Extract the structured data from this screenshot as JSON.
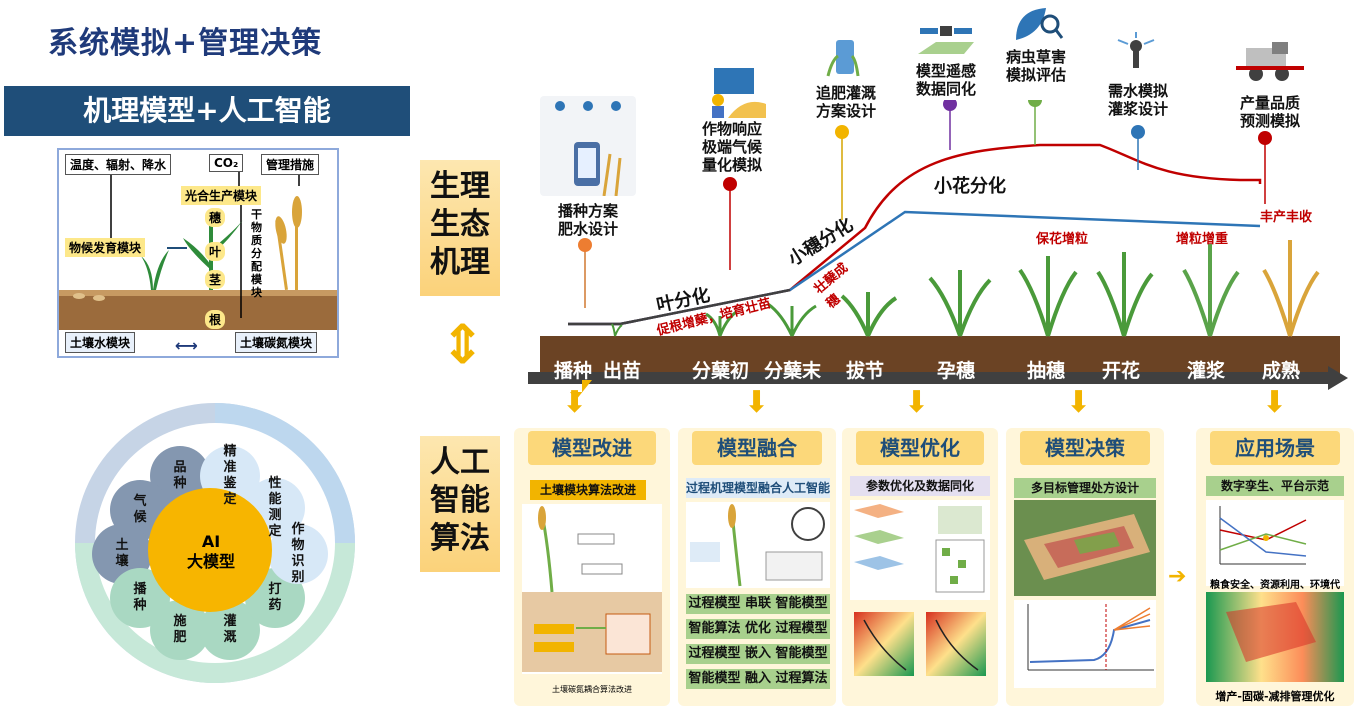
{
  "main_title": "系统模拟+管理决策",
  "subtitle": "机理模型+人工智能",
  "mechanism": {
    "env_inputs": "温度、辐射、降水",
    "co2": "CO₂",
    "management": "管理措施",
    "photo_module": "光合生产模块",
    "pheno_module": "物候发育模块",
    "dry_matter_module": "干物质分配模块",
    "organ_spike": "穗",
    "organ_leaf": "叶",
    "organ_stem": "茎",
    "organ_root": "根",
    "soil_water": "土壤水模块",
    "soil_cn": "土壤碳氮模块"
  },
  "side_labels": {
    "top": "生理生态机理",
    "bottom": "人工智能算法"
  },
  "stages": [
    "播种",
    "出苗",
    "分蘖初",
    "分蘖末",
    "拔节",
    "孕穗",
    "抽穗",
    "开花",
    "灌浆",
    "成熟"
  ],
  "phases": {
    "leaf": "叶分化",
    "spikelet": "小穗分化",
    "floret": "小花分化"
  },
  "annotations": {
    "root_tiller": "促根增蘖，培育壮苗",
    "strong_tiller": "壮蘖成穗",
    "keep_floret": "保花增粒",
    "grain_weight": "增粒增重",
    "high_yield": "丰产丰收"
  },
  "top_labels": [
    "播种方案\n肥水设计",
    "作物响应\n极端气候\n量化模拟",
    "追肥灌溉\n方案设计",
    "模型遥感\n数据同化",
    "病虫草害\n模拟评估",
    "需水模拟\n灌浆设计",
    "产量品质\n预测模拟"
  ],
  "panels": [
    {
      "title": "模型改进",
      "sub": "土壤模块算法改进",
      "caption": "土壤碳氮耦合算法改进"
    },
    {
      "title": "模型融合",
      "sub": "过程机理模型融合人工智能",
      "caption": ""
    },
    {
      "title": "模型优化",
      "sub": "参数优化及数据同化",
      "caption": ""
    },
    {
      "title": "模型决策",
      "sub": "多目标管理处方设计",
      "caption": ""
    },
    {
      "title": "应用场景",
      "sub": "数字孪生、平台示范",
      "caption": "增产-固碳-减排管理优化"
    }
  ],
  "combos": [
    "过程模型 串联 智能模型",
    "智能算法 优化 过程模型",
    "过程模型 嵌入 智能模型",
    "智能模型 融入 过程算法"
  ],
  "pareto_text": "粮食安全、资源利用、环境代价",
  "circle": {
    "center": "AI\n大模型",
    "outer": [
      "品种",
      "气候",
      "土壤",
      "播种",
      "施肥",
      "灌溉",
      "打药",
      "作物识别",
      "性能测定",
      "精准鉴定"
    ]
  },
  "colors": {
    "navy": "#1f4e79",
    "gold": "#fcd87a",
    "green": "#a8d08d",
    "red": "#c00000",
    "blue": "#2e75b6"
  }
}
